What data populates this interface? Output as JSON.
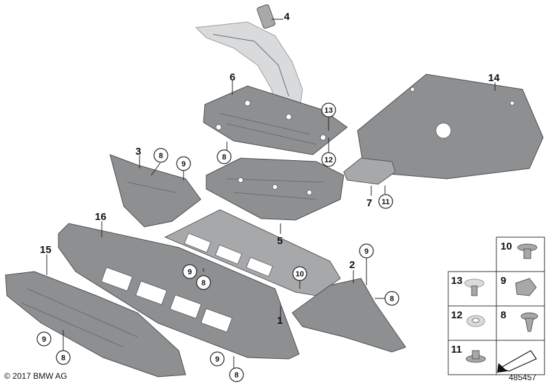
{
  "callouts": {
    "c1": "1",
    "c2": "2",
    "c3": "3",
    "c4": "4",
    "c5": "5",
    "c6": "6",
    "c7": "7",
    "c8": "8",
    "c9": "9",
    "c10": "10",
    "c11": "11",
    "c12": "12",
    "c13": "13",
    "c14": "14",
    "c15": "15",
    "c16": "16"
  },
  "legend_grid": [
    {
      "id": "10",
      "label": "10"
    },
    {
      "id": "13",
      "label": "13"
    },
    {
      "id": "9",
      "label": "9"
    },
    {
      "id": "12",
      "label": "12"
    },
    {
      "id": "8",
      "label": "8"
    },
    {
      "id": "11",
      "label": "11"
    }
  ],
  "footer": {
    "copyright": "© 2017 BMW AG",
    "diagram_number": "485457"
  }
}
